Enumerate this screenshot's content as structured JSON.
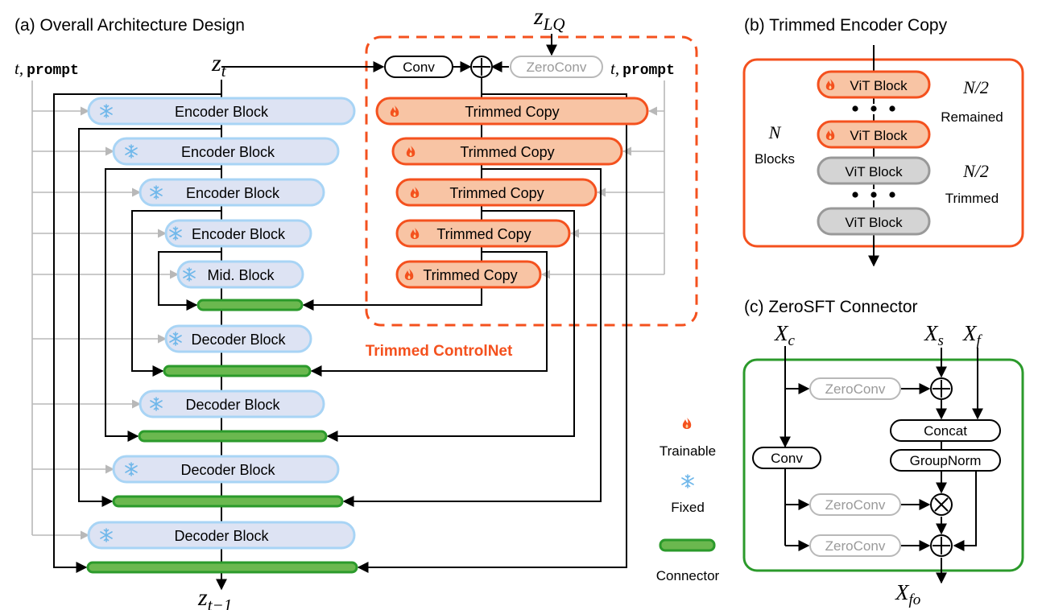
{
  "panels": {
    "a": "(a) Overall Architecture Design",
    "b": "(b) Trimmed Encoder Copy",
    "c": "(c) ZeroSFT Connector"
  },
  "math": {
    "z_lq_base": "z",
    "z_lq_sub": "LQ",
    "z_t_base": "z",
    "z_t_sub": "t",
    "z_t1_base": "z",
    "z_t1_sub": "t−1",
    "t_var": "t,",
    "prompt": "prompt",
    "n": "N",
    "n_half": "N/2",
    "xc_base": "X",
    "xc_sub": "c",
    "xs_base": "X",
    "xs_sub": "s",
    "xf_base": "X",
    "xf_sub": "f",
    "xfo_base": "X",
    "xfo_sub": "fo"
  },
  "architecture": {
    "encoder_label": "Encoder Block",
    "mid_label": "Mid. Block",
    "decoder_label": "Decoder Block",
    "trimmed_label": "Trimmed Copy",
    "conv_label": "Conv",
    "zeroconv_label": "ZeroConv",
    "controlnet_title": "Trimmed ControlNet"
  },
  "legend": {
    "trainable": "Trainable",
    "fixed": "Fixed",
    "connector": "Connector"
  },
  "encoder_copy": {
    "vit_label": "ViT Block",
    "remained": "Remained",
    "trimmed": "Trimmed",
    "blocks": "Blocks"
  },
  "zerosft": {
    "zeroconv": "ZeroConv",
    "conv": "Conv",
    "concat": "Concat",
    "groupnorm": "GroupNorm"
  },
  "colors": {
    "orange": "#f4511e",
    "orange_fill": "#f8c4a4",
    "blue_stroke": "#a8d4f5",
    "blue_fill": "#dde3f3",
    "green": "#2b9a2b",
    "green_fill": "#6bb84f",
    "gray_line": "#b8b8b8",
    "gray_fill": "#d4d4d4"
  }
}
